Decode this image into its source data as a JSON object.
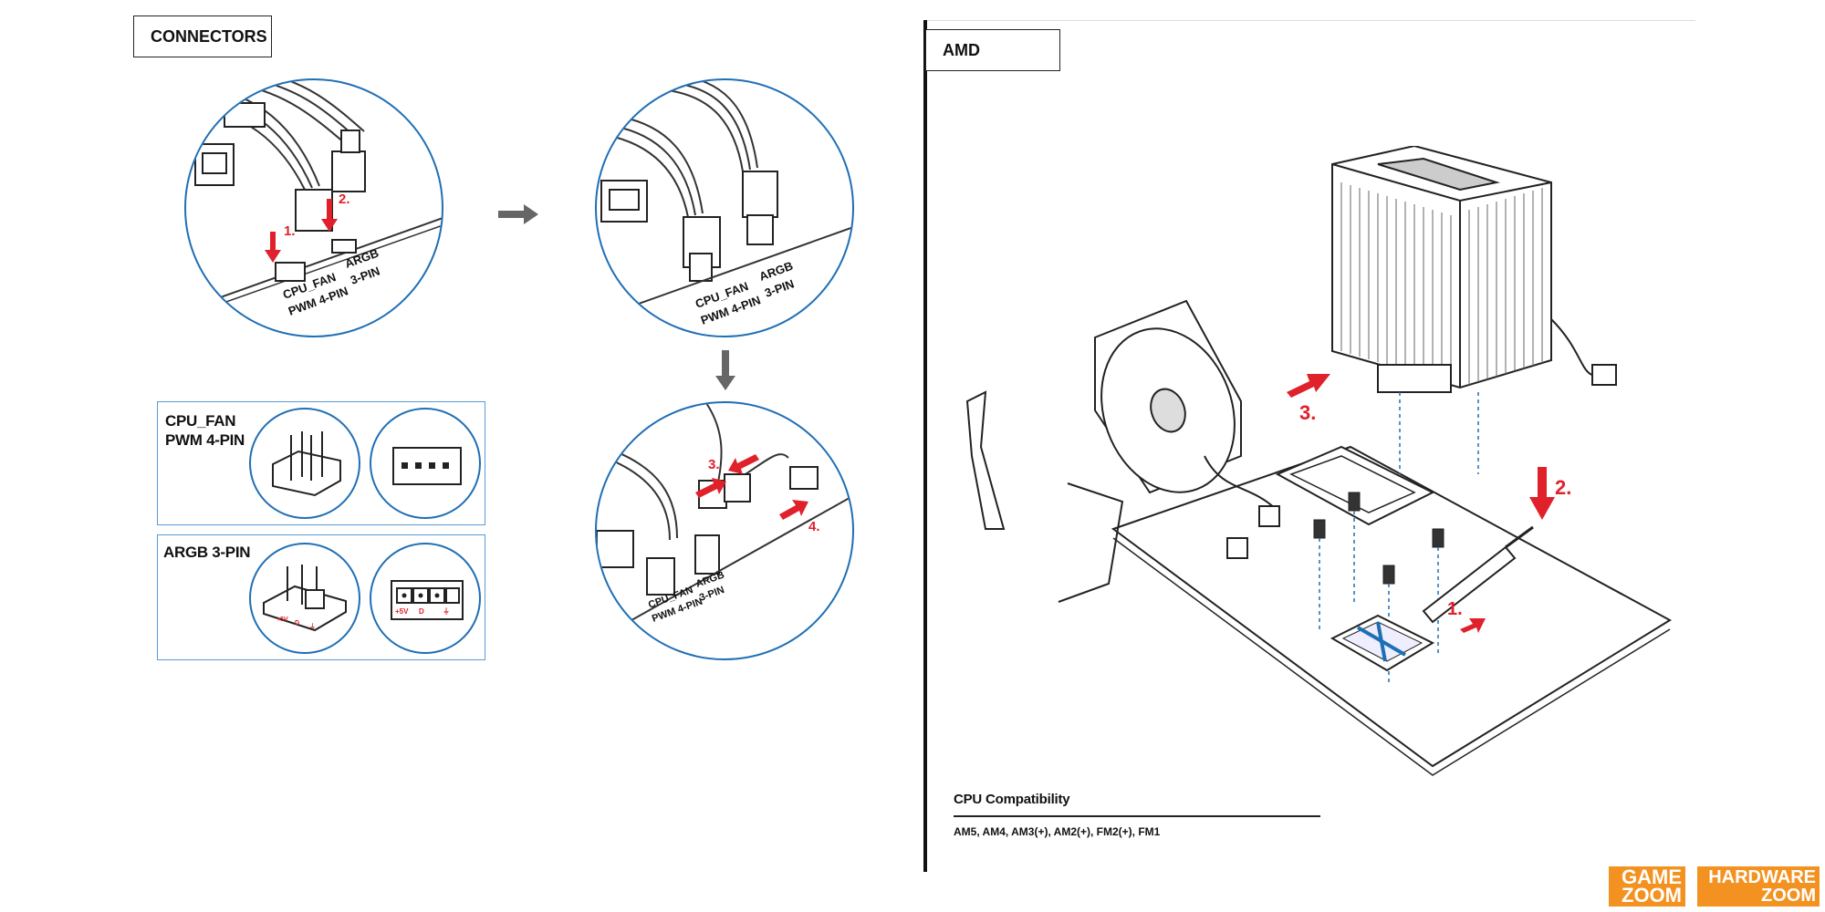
{
  "connectors": {
    "title": "CONNECTORS",
    "circle1": {
      "cpu_fan_line1": "CPU_FAN",
      "cpu_fan_line2": "PWM 4-PIN",
      "argb_line1": "ARGB",
      "argb_line2": "3-PIN",
      "step1": "1.",
      "step2": "2."
    },
    "circle2": {
      "cpu_fan_line1": "CPU_FAN",
      "cpu_fan_line2": "PWM 4-PIN",
      "argb_line1": "ARGB",
      "argb_line2": "3-PIN"
    },
    "circle3": {
      "cpu_fan_line1": "CPU_FAN",
      "cpu_fan_line2": "PWM 4-PIN",
      "argb_line1": "ARGB",
      "argb_line2": "3-PIN",
      "step3": "3.",
      "step4": "4."
    },
    "pin_boxes": {
      "cpu_fan_title_line1": "CPU_FAN",
      "cpu_fan_title_line2": "PWM 4-PIN",
      "argb_title": "ARGB 3-PIN",
      "argb_pin_labels": [
        "+5V",
        "D",
        "⏚"
      ]
    }
  },
  "amd": {
    "title": "AMD",
    "steps": [
      "1.",
      "2.",
      "3."
    ],
    "compat_title": "CPU Compatibility",
    "compat_list": "AM5, AM4, AM3(+), AM2(+), FM2(+), FM1"
  },
  "logos": {
    "game_line1": "GAME",
    "game_line2": "ZOOM",
    "hw_line1": "HARDWARE",
    "hw_line2": "ZOOM"
  },
  "colors": {
    "accent_red": "#e0202a",
    "circle_blue": "#1f6fb5",
    "box_blue": "#5b9bd5",
    "logo_orange": "#f39221"
  }
}
